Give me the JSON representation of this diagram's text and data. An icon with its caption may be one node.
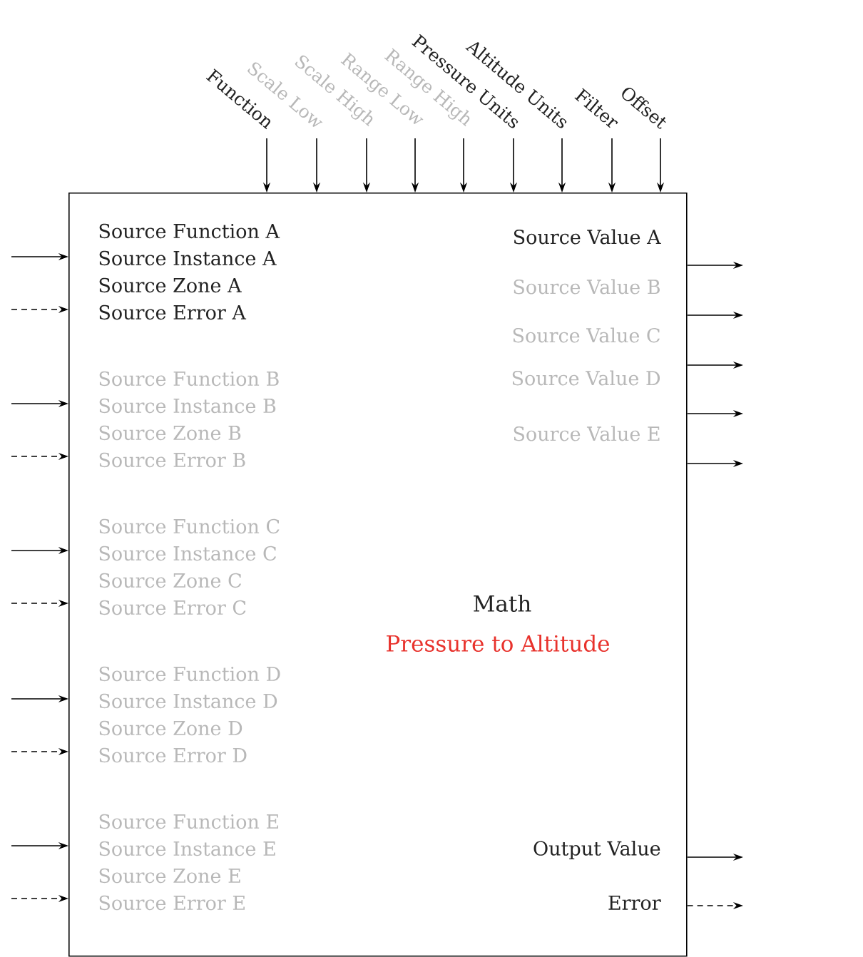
{
  "diagram": {
    "nodes": [
      {
        "text": [
          "Math",
          "Pressure to Altitude"
        ]
      },
      {
        "text": [
          "Function"
        ]
      },
      {
        "text": [
          "Scale Low"
        ]
      },
      {
        "text": [
          "Scale High"
        ]
      },
      {
        "text": [
          "Range Low"
        ]
      },
      {
        "text": [
          "Range High"
        ]
      },
      {
        "text": [
          "Pressure Units"
        ]
      },
      {
        "text": [
          "Altitude Units"
        ]
      },
      {
        "text": [
          "Filter"
        ]
      },
      {
        "text": [
          "Offset"
        ]
      }
    ],
    "edges": [
      {
        "from": 1,
        "to": 0,
        "arrow": "to"
      },
      {
        "from": 2,
        "to": 0,
        "arrow": "to"
      },
      {
        "from": 3,
        "to": 0,
        "arrow": "to"
      },
      {
        "from": 4,
        "to": 0,
        "arrow": "to"
      },
      {
        "from": 5,
        "to": 0,
        "arrow": "to"
      },
      {
        "from": 6,
        "to": 0,
        "arrow": "to"
      },
      {
        "from": 7,
        "to": 0,
        "arrow": "to"
      },
      {
        "from": 8,
        "to": 0,
        "arrow": "to"
      },
      {
        "from": 9,
        "to": 0,
        "arrow": "to"
      },
      {
        "from": null,
        "to": 0,
        "arrow": "to"
      },
      {
        "from": null,
        "to": 0,
        "arrow": "to",
        "style": "dashed"
      },
      {
        "from": null,
        "to": 0,
        "arrow": "to"
      },
      {
        "from": null,
        "to": 0,
        "arrow": "to",
        "style": "dashed"
      },
      {
        "from": null,
        "to": 0,
        "arrow": "to"
      },
      {
        "from": null,
        "to": 0,
        "arrow": "to",
        "style": "dashed"
      },
      {
        "from": null,
        "to": 0,
        "arrow": "to"
      },
      {
        "from": null,
        "to": 0,
        "arrow": "to",
        "style": "dashed"
      },
      {
        "from": null,
        "to": 0,
        "arrow": "to"
      },
      {
        "from": null,
        "to": 0,
        "arrow": "to",
        "style": "dashed"
      },
      {
        "from": 0,
        "to": null,
        "arrow": "to"
      },
      {
        "from": 0,
        "to": null,
        "arrow": "to"
      },
      {
        "from": 0,
        "to": null,
        "arrow": "to"
      },
      {
        "from": 0,
        "to": null,
        "arrow": "to"
      },
      {
        "from": 0,
        "to": null,
        "arrow": "to"
      },
      {
        "from": 0,
        "to": null,
        "arrow": "to"
      },
      {
        "from": 0,
        "to": null,
        "arrow": "to",
        "style": "dashed"
      }
    ],
    "labels": [
      "Source Function A",
      "Source Instance A",
      "Source Zone A",
      "Source Error A",
      "Source Function B",
      "Source Instance B",
      "Source Zone B",
      "Source Error B",
      "Source Function C",
      "Source Instance C",
      "Source Zone C",
      "Source Error C",
      "Source Function D",
      "Source Instance D",
      "Source Zone D",
      "Source Error D",
      "Source Function E",
      "Source Instance E",
      "Source Zone E",
      "Source Error E",
      "Source Value A",
      "Source Value B",
      "Source Value C",
      "Source Value D",
      "Source Value E",
      "Output Value",
      "Error"
    ]
  }
}
